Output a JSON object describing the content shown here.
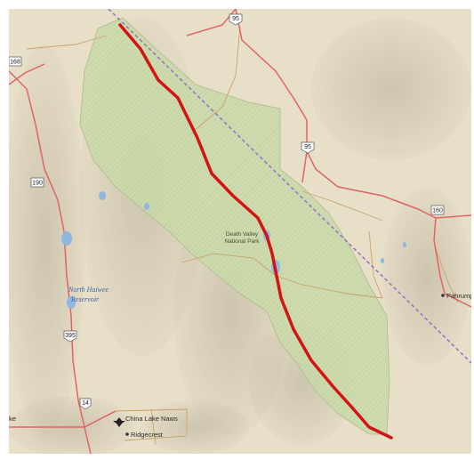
{
  "map": {
    "park": {
      "name_line1": "Death Valley",
      "name_line2": "National Park"
    },
    "water": {
      "name_line1": "North Haiwee",
      "name_line2": "Reservoir"
    },
    "places": {
      "pahrump": "Pahrump",
      "china_lake": "China Lake Naws",
      "ridgecrest": "Ridgecrest",
      "edge_label": "ke"
    },
    "shields": {
      "route_168": "168",
      "route_95_top": "95",
      "route_95_mid": "95",
      "route_190": "190",
      "route_395": "395",
      "route_14": "14",
      "route_160": "160"
    },
    "colors": {
      "terrain": "#e6dcc6",
      "park_fill": "#c8d9a8",
      "road": "#e06464",
      "route": "#d41414",
      "state_line": "#9b72c9",
      "water": "#8fb7e0"
    }
  }
}
